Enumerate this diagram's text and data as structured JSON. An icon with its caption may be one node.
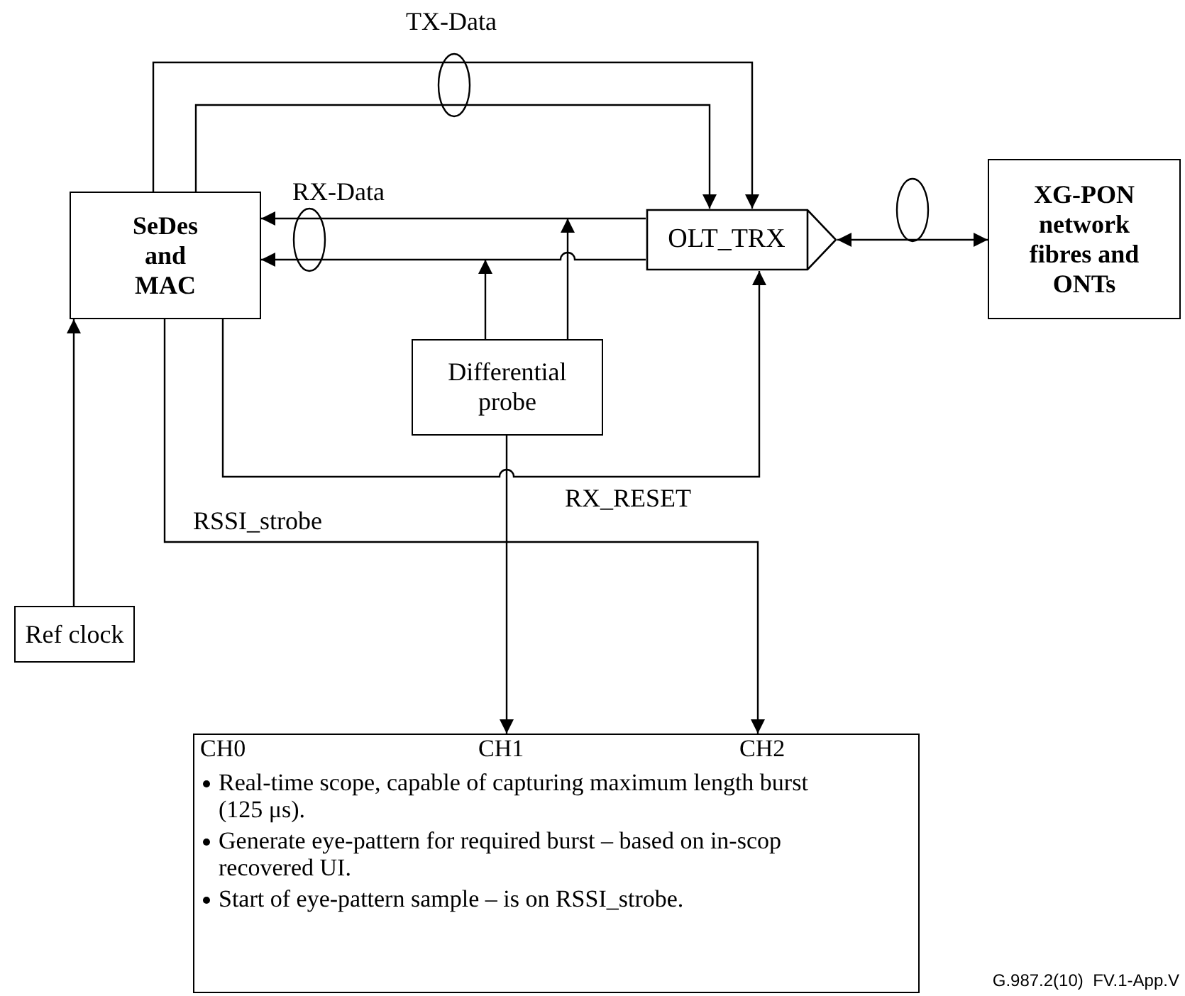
{
  "diagram": {
    "nodes": [
      {
        "text": [
          "SeDes and MAC"
        ]
      },
      {
        "text": [
          "OLT_TRX"
        ]
      },
      {
        "text": [
          "XG-PON network fibres and ONTs"
        ]
      },
      {
        "text": [
          "Differential probe"
        ]
      },
      {
        "text": [
          "Ref clock"
        ]
      },
      {
        "text": [
          "CH0",
          "CH1",
          "CH2",
          "Real-time scope, capable of capturing maximum length burst (125 μs).",
          "Generate eye-pattern for required burst – based on in-scop recovered UI.",
          "Start of eye-pattern sample – is on RSSI_strobe."
        ]
      }
    ],
    "edges": [
      {
        "from": 0,
        "to": 1,
        "arrow": "to",
        "label": "TX-Data"
      },
      {
        "from": 0,
        "to": 1,
        "arrow": "to"
      },
      {
        "from": 1,
        "to": 0,
        "arrow": "to",
        "label": "RX-Data"
      },
      {
        "from": 1,
        "to": 0,
        "arrow": "to"
      },
      {
        "from": 3,
        "to": null,
        "arrow": "to"
      },
      {
        "from": 3,
        "to": null,
        "arrow": "to"
      },
      {
        "from": 0,
        "to": 1,
        "arrow": "to",
        "label": "RX_RESET"
      },
      {
        "from": 0,
        "to": 5,
        "arrow": "to",
        "label": "RSSI_strobe"
      },
      {
        "from": 3,
        "to": 5,
        "arrow": "to"
      },
      {
        "from": 4,
        "to": 0,
        "arrow": "to"
      },
      {
        "from": 1,
        "to": 2,
        "arrow": "both"
      }
    ],
    "labels": [
      "G.987.2(10)  FV.1-App.V"
    ]
  }
}
